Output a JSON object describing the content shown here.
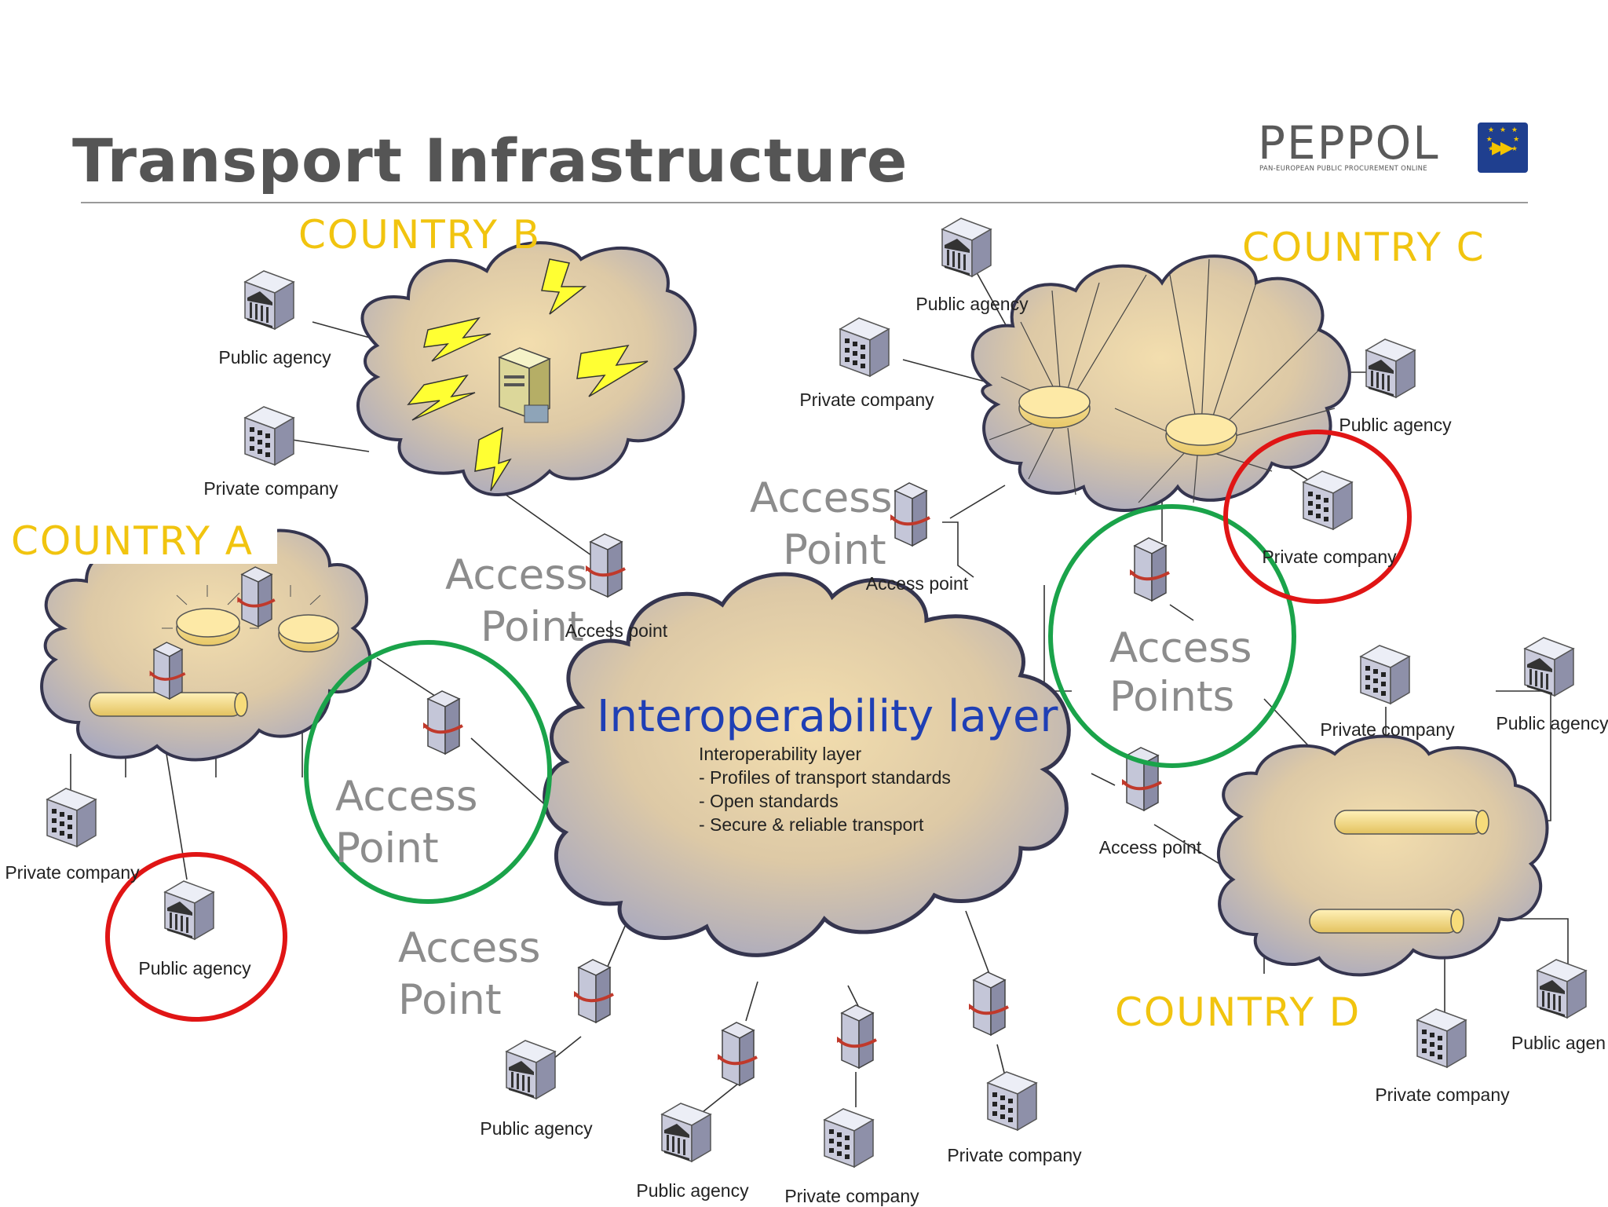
{
  "title": "Transport Infrastructure",
  "logo": {
    "word": "PEPPOL",
    "subtitle": "PAN-EUROPEAN PUBLIC PROCUREMENT ONLINE"
  },
  "countries": {
    "a": "COUNTRY A",
    "b": "COUNTRY B",
    "c": "COUNTRY C",
    "d": "COUNTRY D"
  },
  "overlay_labels": {
    "ap_b_line1": "Access",
    "ap_b_line2": "Point",
    "ap_c_line1": "Access",
    "ap_c_line2": "Point",
    "ap_a_line1": "Access",
    "ap_a_line2": "Point",
    "ap_bottom_line1": "Access",
    "ap_bottom_line2": "Point",
    "aps_line1": "Access",
    "aps_line2": "Points"
  },
  "interop": {
    "title": "Interoperability layer",
    "desc_title": "Interoperability layer",
    "bullets": [
      "- Profiles of transport standards",
      "- Open standards",
      "- Secure & reliable transport"
    ]
  },
  "node_labels": {
    "b_public": "Public agency",
    "b_private": "Private company",
    "b_ap": "Access point",
    "a_private": "Private company",
    "a_public": "Public agency",
    "c_public_top": "Public agency",
    "c_private": "Private company",
    "c_ap": "Access point",
    "c_public_right": "Public agency",
    "c_private_right": "Private company",
    "d_private_top": "Private company",
    "d_public_top": "Public agency",
    "d_ap": "Access point",
    "d_public_bottom": "Public agen",
    "d_private_bottom": "Private company",
    "bottom_public_1": "Public agency",
    "bottom_public_2": "Public agency",
    "bottom_private_1": "Private company",
    "bottom_private_2": "Private company"
  },
  "colors": {
    "country": "#f1c40f",
    "interop": "#1f3fb5",
    "highlight_green": "#1aa34a",
    "highlight_red": "#e01515",
    "cloud_fill": "#d8c7a8",
    "cloud_stroke": "#3a3a55"
  }
}
